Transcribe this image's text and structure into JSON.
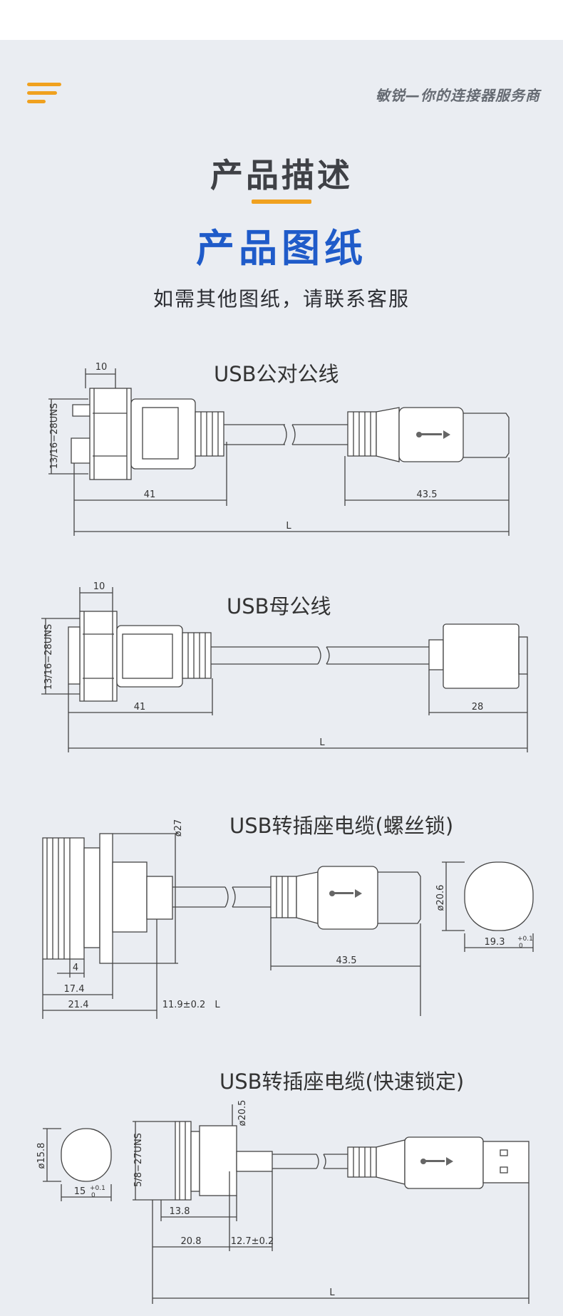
{
  "header": {
    "brand": "敏锐—你的连接器服务商",
    "menu_icon": "hamburger-menu-icon",
    "accent_color": "#f0a11f"
  },
  "section": {
    "title": "产品描述",
    "subtitle": "产品图纸",
    "note": "如需其他图纸，请联系客服",
    "title_color": "#1f5bc9"
  },
  "drawings": [
    {
      "caption": "USB公对公线",
      "dims": {
        "width": "10",
        "thread": "13/16−28UNS",
        "left_len": "41",
        "right_len": "43.5",
        "total": "L"
      }
    },
    {
      "caption": "USB母公线",
      "dims": {
        "width": "10",
        "thread": "13/16−28UNS",
        "left_len": "41",
        "right_len": "28",
        "total": "L"
      }
    },
    {
      "caption": "USB转插座电缆(螺丝锁)",
      "dims": {
        "diameter": "ø27",
        "nut": "4",
        "flange": "17.4",
        "body": "21.4",
        "tube": "11.9±0.2",
        "plug": "43.5",
        "total": "L",
        "cap_h": "ø20.6",
        "cap_w": "19.3",
        "tol": "+0.1",
        "tol0": "0"
      }
    },
    {
      "caption": "USB转插座电缆(快速锁定)",
      "dims": {
        "diameter": "ø20.5",
        "thread": "5/8−27UNS",
        "cap_h": "ø15.8",
        "cap_w": "15",
        "tol": "+0.1",
        "tol0": "0",
        "flange": "13.8",
        "body": "20.8",
        "tube": "12.7±0.2",
        "total": "L"
      }
    }
  ]
}
